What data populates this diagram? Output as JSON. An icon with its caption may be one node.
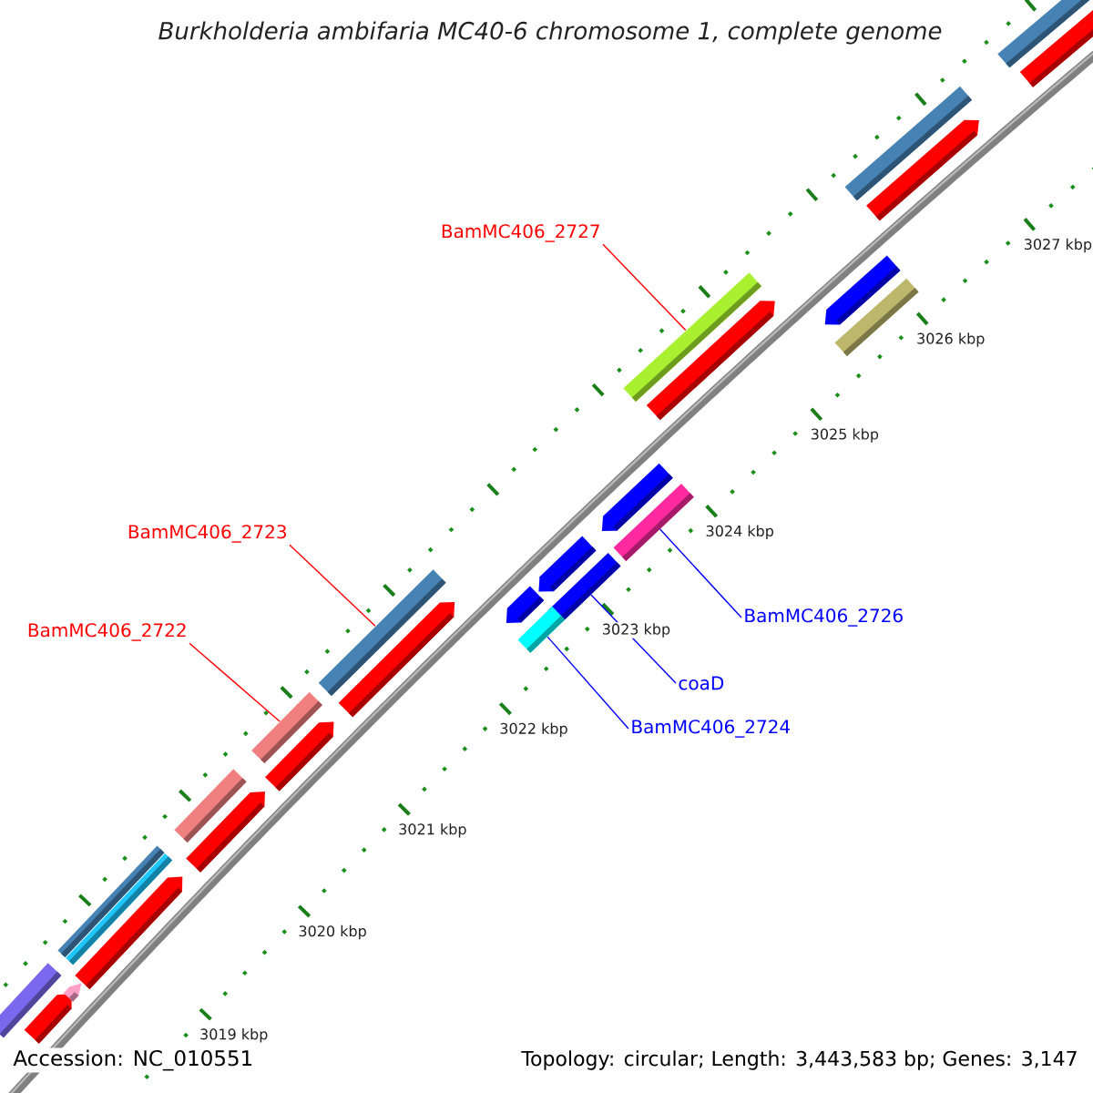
{
  "diagram": {
    "title": "Burkholderia ambifaria MC40-6 chromosome 1, complete genome",
    "nodes": [
      {
        "text": [
          "BamMC406_2727"
        ]
      },
      {
        "text": [],
        "shape": "bar"
      },
      {
        "text": [
          "BamMC406_2723"
        ]
      },
      {
        "text": [],
        "shape": "bar"
      },
      {
        "text": [
          "BamMC406_2726"
        ]
      },
      {
        "text": [],
        "shape": "bar"
      },
      {
        "text": [
          "BamMC406_2722"
        ]
      },
      {
        "text": [],
        "shape": "bar"
      },
      {
        "text": [
          "coaD"
        ]
      },
      {
        "text": [],
        "shape": "bar"
      },
      {
        "text": [
          "BamMC406_2724"
        ]
      },
      {
        "text": [],
        "shape": "bar"
      },
      {
        "text": [],
        "shape": "pentagon"
      },
      {
        "text": [],
        "shape": "bar"
      },
      {
        "text": [],
        "shape": "bar"
      },
      {
        "text": [],
        "shape": "bar"
      },
      {
        "text": [],
        "shape": "pentagon"
      },
      {
        "text": [],
        "shape": "pentagon"
      },
      {
        "text": [],
        "shape": "bar"
      },
      {
        "text": [],
        "shape": "pentagon"
      },
      {
        "text": [],
        "shape": "pentagon"
      },
      {
        "text": [],
        "shape": "pentagon"
      },
      {
        "text": [],
        "shape": "pentagon"
      },
      {
        "text": [],
        "shape": "pentagon"
      },
      {
        "text": [],
        "shape": "pentagon"
      },
      {
        "text": [],
        "shape": "pentagon"
      },
      {
        "text": [],
        "shape": "pentagon"
      },
      {
        "text": [],
        "shape": "bar"
      },
      {
        "text": [],
        "shape": "bar"
      },
      {
        "text": [],
        "shape": "pentagon"
      },
      {
        "text": [],
        "shape": "bar"
      },
      {
        "text": [],
        "shape": "pentagon"
      }
    ],
    "edges": [
      {
        "from": 0,
        "to": 1,
        "arrow": "none",
        "color": "#ff0000"
      },
      {
        "from": 2,
        "to": 3,
        "arrow": "none",
        "color": "#ff0000"
      },
      {
        "from": 4,
        "to": 5,
        "arrow": "none",
        "color": "#0000ff"
      },
      {
        "from": 6,
        "to": 7,
        "arrow": "none",
        "color": "#ff0000"
      },
      {
        "from": 8,
        "to": 9,
        "arrow": "none",
        "color": "#0000ff"
      },
      {
        "from": 10,
        "to": 11,
        "arrow": "none",
        "color": "#0000ff"
      }
    ],
    "labels": [
      "3027 kbp",
      "3026 kbp",
      "3025 kbp",
      "3024 kbp",
      "3023 kbp",
      "3022 kbp",
      "3021 kbp",
      "3020 kbp",
      "3019 kbp",
      "Accession: NC_010551",
      "Topology: circular; Length: 3,443,583 bp; Genes: 3,147"
    ]
  }
}
